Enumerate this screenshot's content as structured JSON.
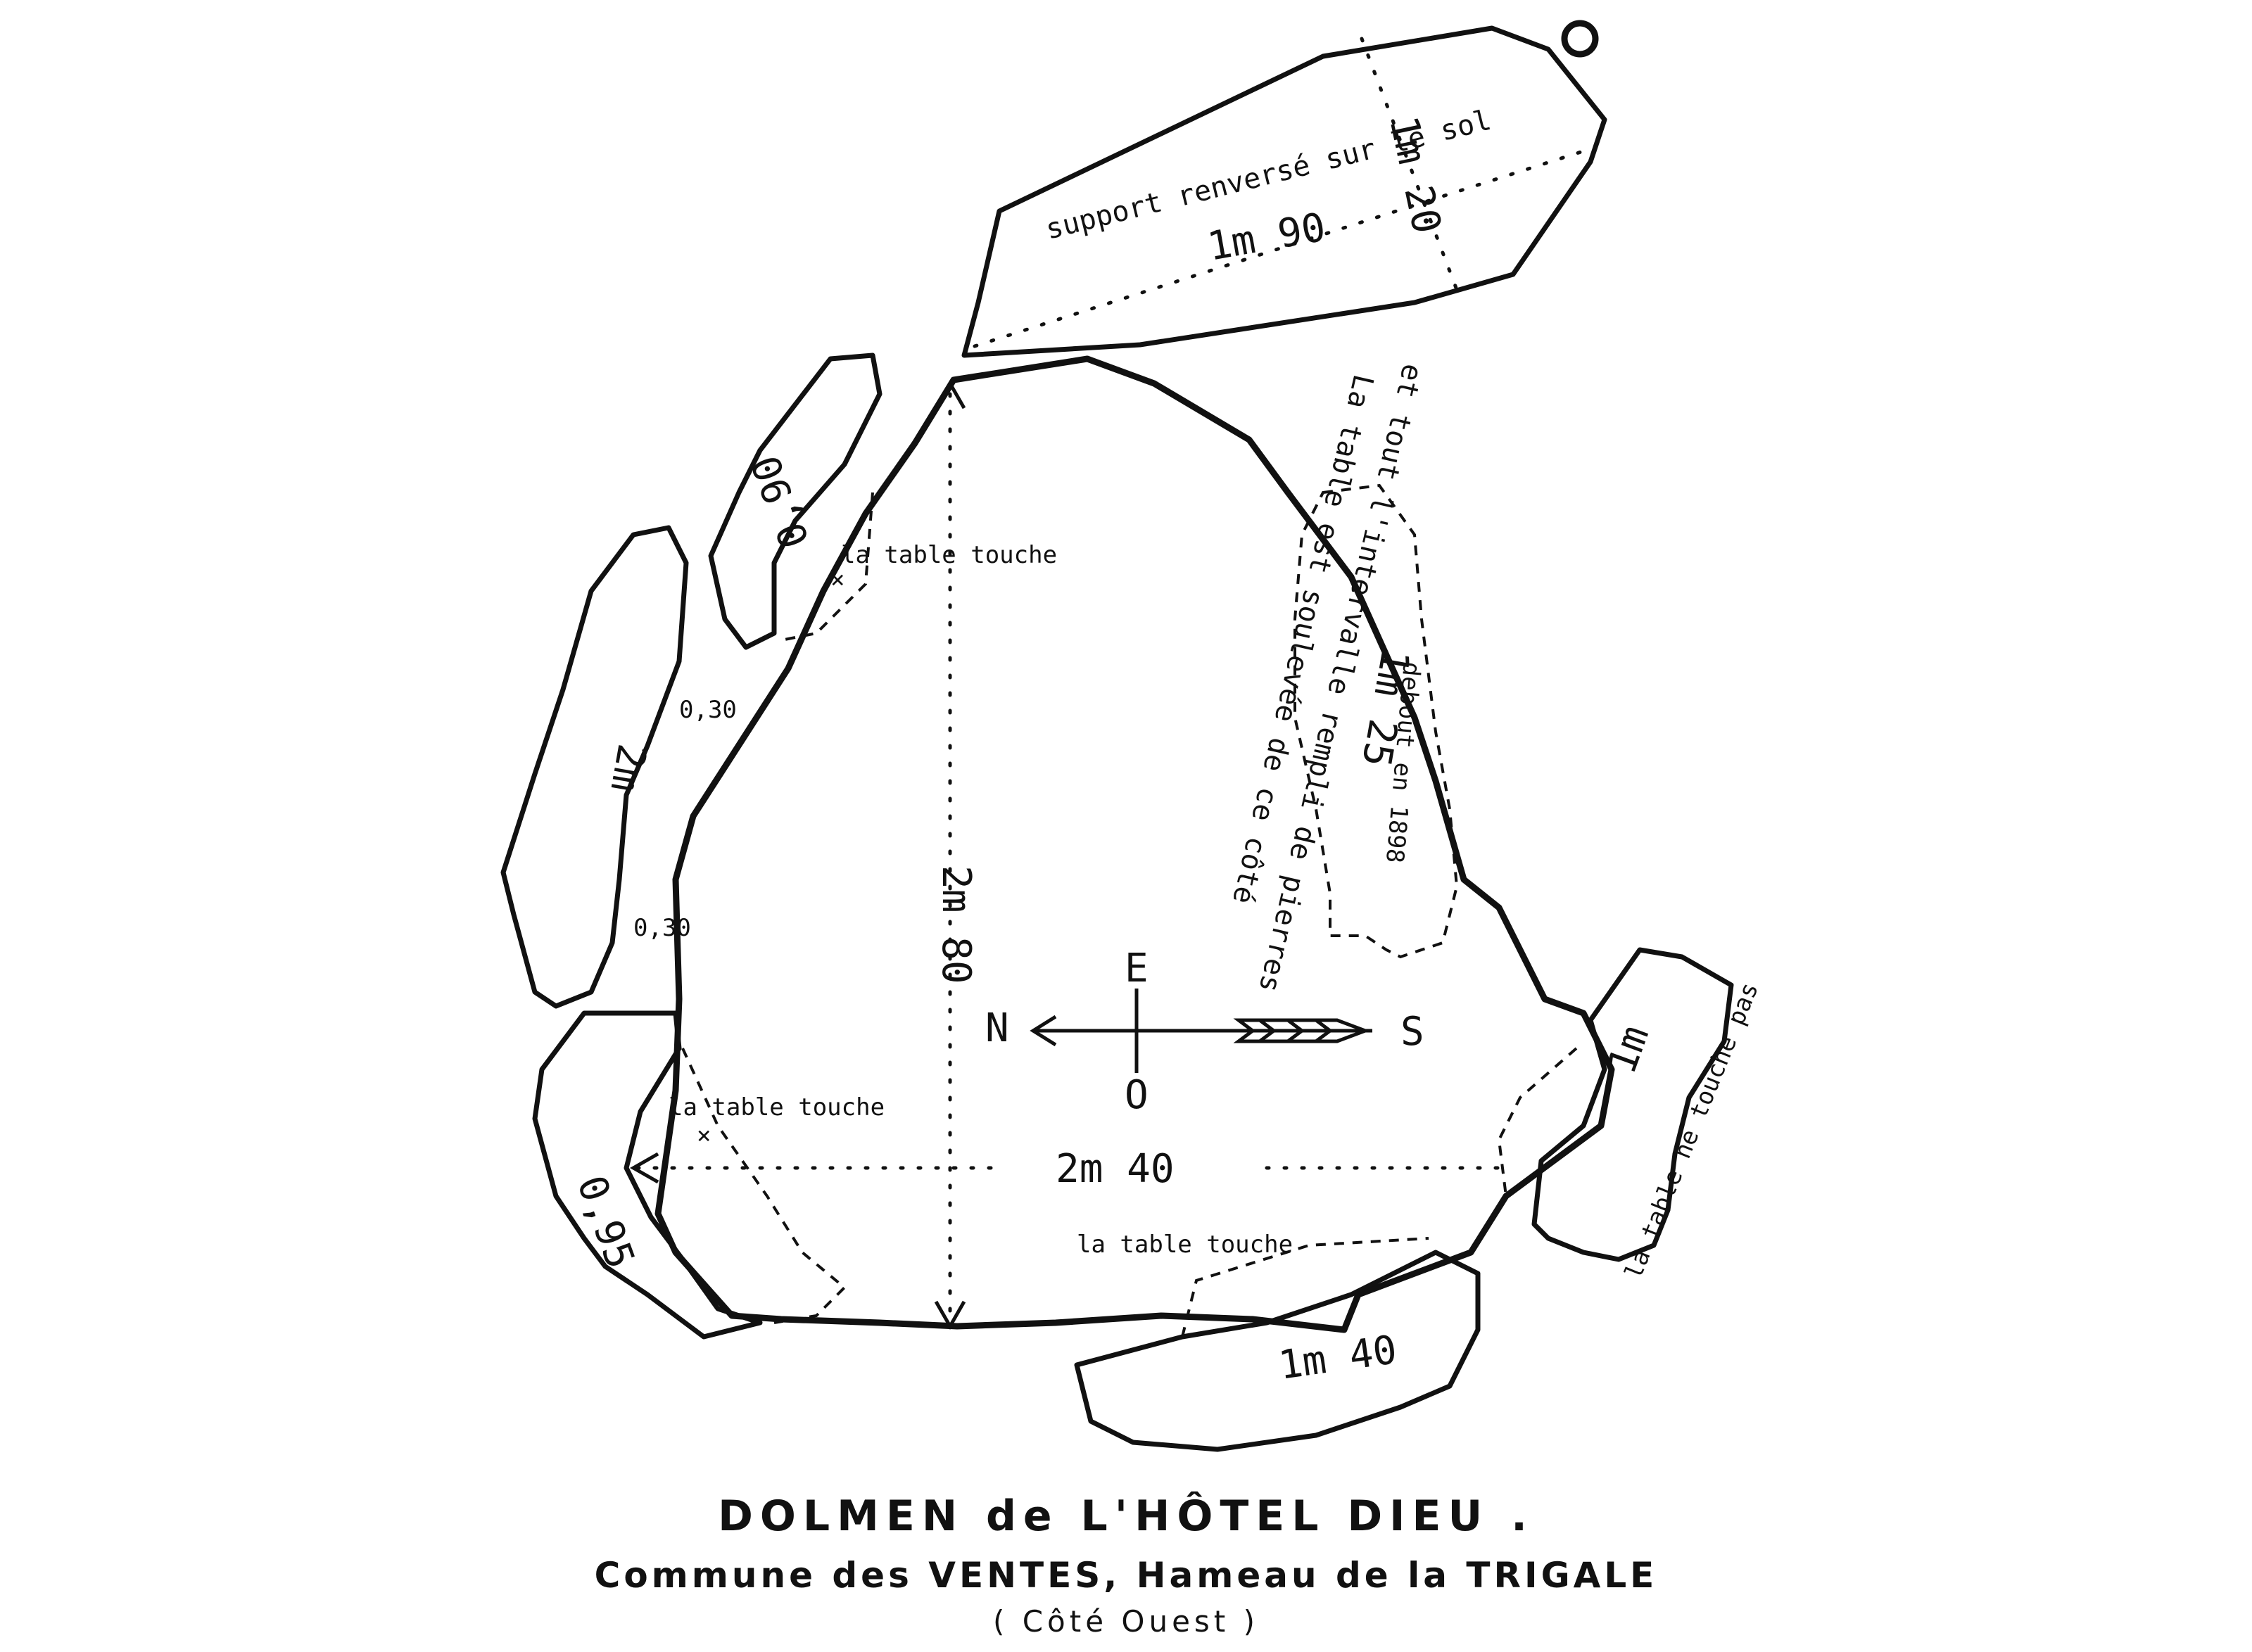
{
  "labels": {
    "support_renverse": "support renversé sur le sol",
    "support_length": "1m 90",
    "support_width": "1m 20",
    "stone_nw_width": "0,90",
    "table_touche_1": "la table touche",
    "stone_w_length": "2m",
    "gap_1": "0,30",
    "gap_2": "0,30",
    "stone_east_size": "1m 25",
    "stone_east_note": "debout en 1898",
    "soulevee_line1": "La table est soulevée de ce côté",
    "soulevee_line2": "et tout l'intervalle rempli de pierres",
    "length_main": "2m 80",
    "width_main": "2m 40",
    "table_touche_2": "la table touche",
    "table_touche_3": "la table touche",
    "stone_sw_width": "0,95",
    "stone_south_length": "1m 40",
    "stone_se_length": "1m",
    "ne_touche": "la table ne touche pas"
  },
  "compass": {
    "east": "E",
    "west": "O",
    "north": "N",
    "south": "S"
  },
  "caption": {
    "title": "DOLMEN de L'HÔTEL DIEU .",
    "subtitle": "Commune des VENTES, Hameau de la TRIGALE",
    "side": "( Côté Ouest )"
  },
  "colors": {
    "ink": "#111111",
    "paper": "#ffffff"
  }
}
